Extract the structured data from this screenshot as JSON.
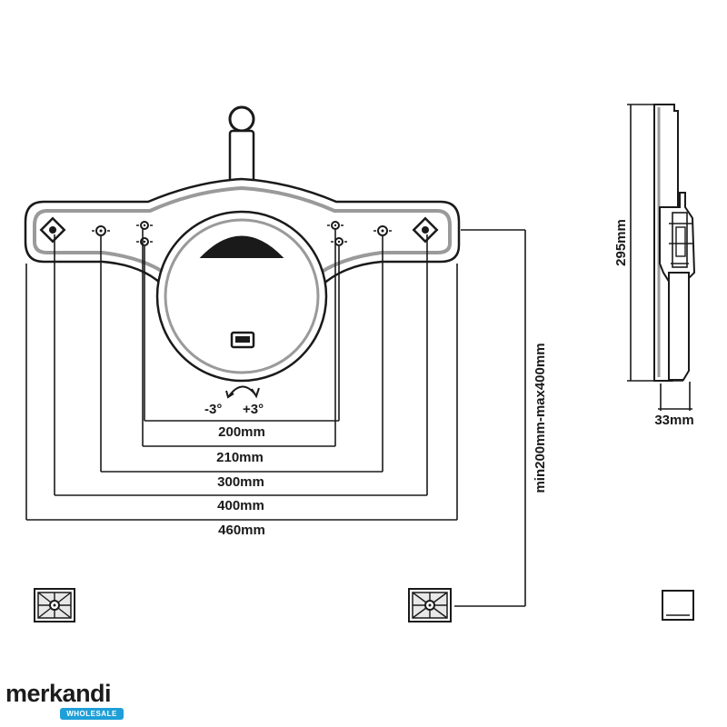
{
  "dimensions": {
    "d200": "200mm",
    "d210": "210mm",
    "d300": "300mm",
    "d400": "400mm",
    "d460": "460mm",
    "vertical_range": "min200mm-max400mm",
    "height": "295mm",
    "depth": "33mm",
    "tilt_minus": "-3°",
    "tilt_plus": "+3°"
  },
  "brand": {
    "name": "merkandi",
    "tag": "WHOLESALE",
    "tag_color": "#1e9fd8"
  },
  "colors": {
    "line": "#1a1a1a",
    "shade": "#cfcfcf"
  }
}
